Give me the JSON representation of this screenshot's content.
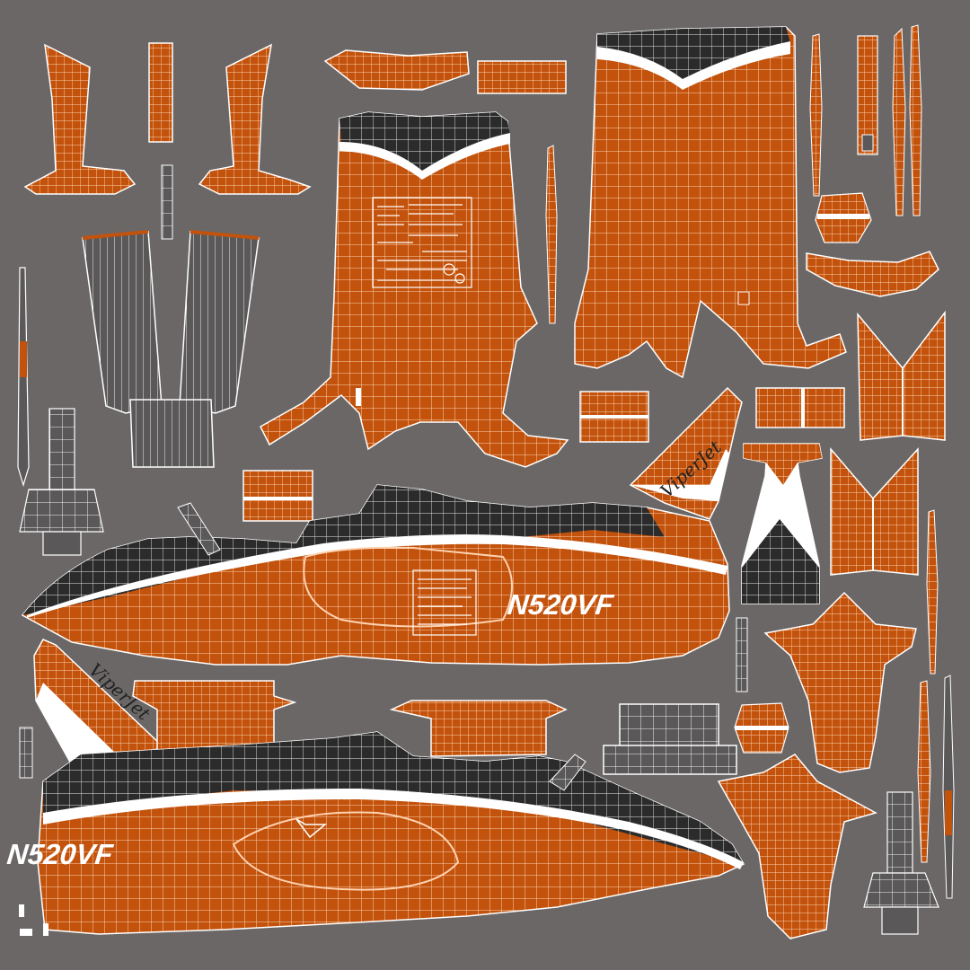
{
  "texture": {
    "type": "uv-layout",
    "subject": "jet aircraft",
    "size": "1080x1080",
    "background": "#6b6767",
    "colors": {
      "paint_orange": "#c2520c",
      "wire_light": "#ffd8b8",
      "wire_white": "#ffffff",
      "dark_panel": "#2b2b2b",
      "gray_island": "#5a5858",
      "white_stripe": "#ffffff"
    }
  },
  "fuselage_upper": {
    "registration": "N520VF"
  },
  "fuselage_lower": {
    "registration": "N520VF"
  },
  "tail_right": {
    "brand": "ViperJet"
  },
  "tail_left": {
    "brand": "ViperJet"
  }
}
